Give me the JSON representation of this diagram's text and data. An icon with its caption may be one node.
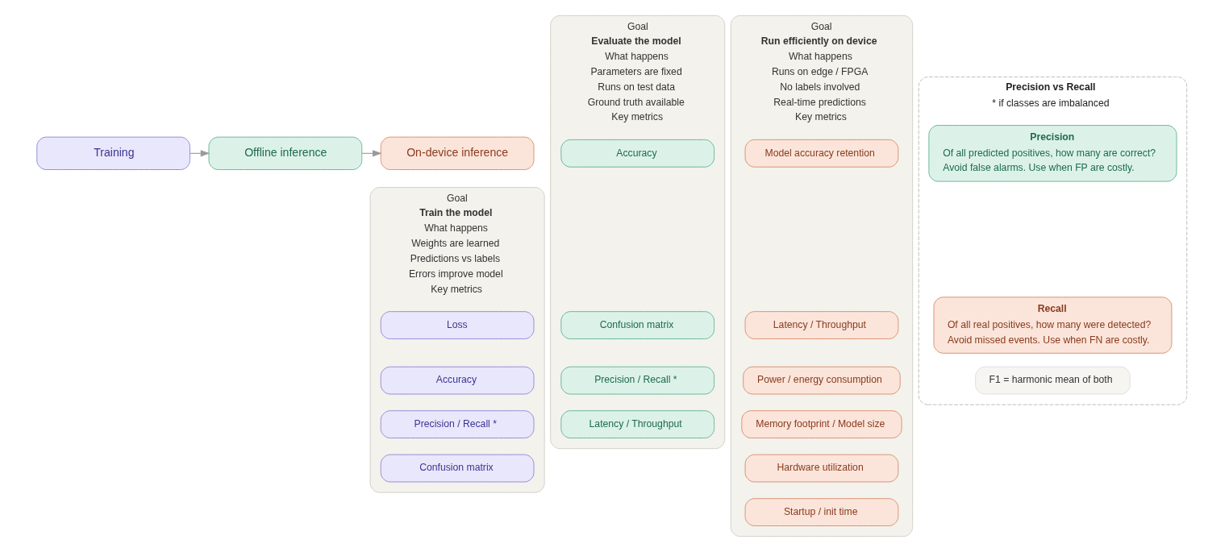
{
  "diagram": {
    "nodes": [
      {
        "text": [
          "Training"
        ]
      },
      {
        "text": [
          "Offline inference"
        ]
      },
      {
        "text": [
          "On-device inference"
        ]
      },
      {
        "text": [
          "Goal",
          "Train the model",
          "What happens",
          "Weights are learned",
          "Predictions vs labels",
          "Errors improve model",
          "Key metrics"
        ]
      },
      {
        "text": [
          "Loss"
        ],
        "in": 3
      },
      {
        "text": [
          "Accuracy"
        ],
        "in": 3
      },
      {
        "text": [
          "Precision / Recall *"
        ],
        "in": 3
      },
      {
        "text": [
          "Confusion matrix"
        ],
        "in": 3
      },
      {
        "text": [
          "Goal",
          "Evaluate the model",
          "What happens",
          "Parameters are fixed",
          "Runs on test data",
          "Ground truth available",
          "Key metrics"
        ]
      },
      {
        "text": [
          "Accuracy"
        ],
        "in": 8
      },
      {
        "text": [
          "Confusion matrix"
        ],
        "in": 8
      },
      {
        "text": [
          "Precision / Recall *"
        ],
        "in": 8
      },
      {
        "text": [
          "Latency / Throughput"
        ],
        "in": 8
      },
      {
        "text": [
          "Goal",
          "Run efficiently on device",
          "What happens",
          "Runs on edge / FPGA",
          "No labels involved",
          "Real-time predictions",
          "Key metrics"
        ]
      },
      {
        "text": [
          "Model accuracy retention"
        ],
        "in": 13
      },
      {
        "text": [
          "Latency / Throughput"
        ],
        "in": 13
      },
      {
        "text": [
          "Power / energy consumption"
        ],
        "in": 13
      },
      {
        "text": [
          "Memory footprint / Model size"
        ],
        "in": 13
      },
      {
        "text": [
          "Hardware utilization"
        ],
        "in": 13
      },
      {
        "text": [
          "Startup / init time"
        ],
        "in": 13
      },
      {
        "text": [
          "Precision vs Recall",
          "* if classes are imbalanced"
        ]
      },
      {
        "text": [
          "Precision",
          "Of all predicted positives, how many are correct?",
          "Avoid false alarms. Use when FP are costly."
        ],
        "in": 20
      },
      {
        "text": [
          "Recall",
          "Of all real positives, how many were detected?",
          "Avoid missed events. Use when FN are costly."
        ],
        "in": 20
      },
      {
        "text": [
          "F1 = harmonic mean of both"
        ],
        "in": 20
      }
    ],
    "edges": [
      {
        "from": 0,
        "to": 1,
        "arrow": "to"
      },
      {
        "from": 1,
        "to": 2,
        "arrow": "to"
      }
    ]
  }
}
